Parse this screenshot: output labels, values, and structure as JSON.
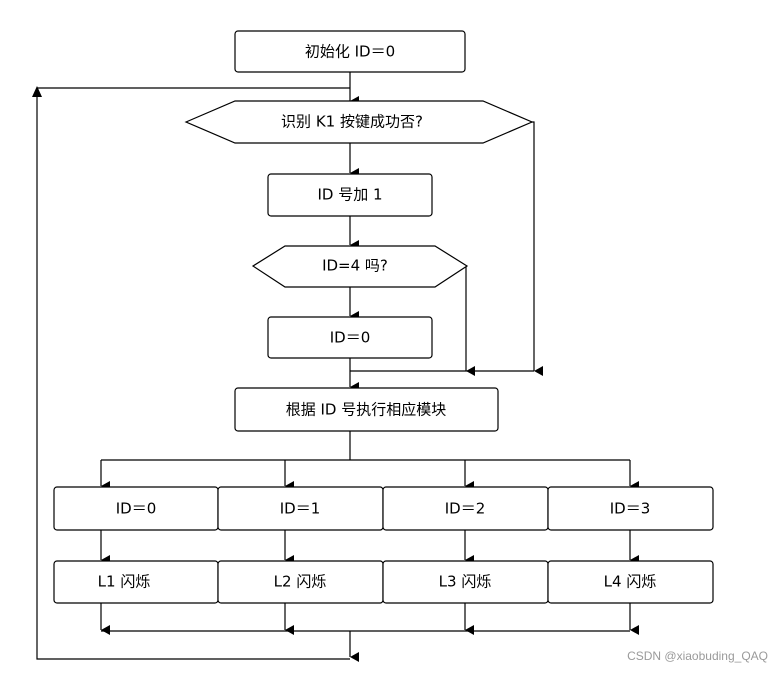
{
  "nodes": {
    "init": "初始化 ID＝0",
    "check_key": "识别 K1 按键成功否?",
    "id_inc": "ID 号加 1",
    "check_id4": "ID=4 吗?",
    "id_reset": "ID＝0",
    "dispatch": "根据 ID 号执行相应模块",
    "branch_0": "ID＝0",
    "branch_1": "ID＝1",
    "branch_2": "ID＝2",
    "branch_3": "ID＝3",
    "blink_1": "L1 闪烁",
    "blink_2": "L2 闪烁",
    "blink_3": "L3 闪烁",
    "blink_4": "L4 闪烁"
  },
  "watermark": "CSDN @xiaobuding_QAQ",
  "colors": {
    "stroke": "#000000",
    "background": "#ffffff",
    "watermark": "#9a9a9a"
  }
}
